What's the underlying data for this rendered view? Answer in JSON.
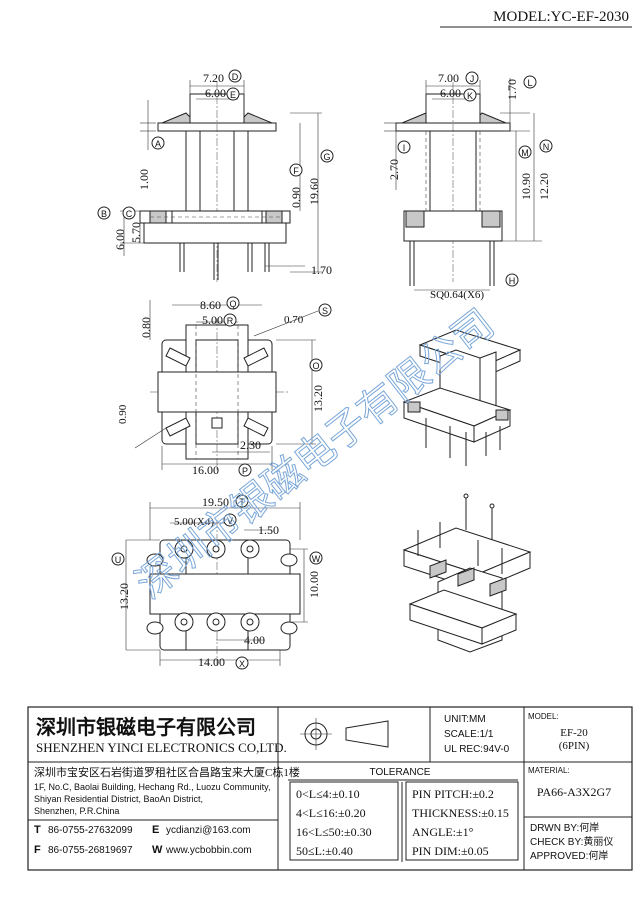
{
  "model": "MODEL:YC-EF-2030",
  "dims_top_left": {
    "d": "7.20",
    "e": "6.00",
    "a": "1.00",
    "f": "0.90",
    "g": "19.60",
    "b": "6.00",
    "c": "5.70",
    "h": "1.70"
  },
  "dims_top_right": {
    "j": "7.00",
    "k": "6.00",
    "l": "1.70",
    "i": "2.70",
    "m": "10.90",
    "n": "12.20",
    "sq": "SQ0.64(X6)"
  },
  "dims_mid": {
    "q": "8.60",
    "r": "5.00",
    "s": "0.70",
    "top": "0.80",
    "o": "13.20",
    "left": "0.90",
    "p1": "2.30",
    "p": "16.00"
  },
  "dims_bot": {
    "t": "19.50",
    "v": "5.00(X4)",
    "pitch": "1.50",
    "u": "13.20",
    "w": "10.00",
    "x": "14.00",
    "y": "4.00"
  },
  "labels": [
    "A",
    "B",
    "C",
    "D",
    "E",
    "F",
    "G",
    "H",
    "I",
    "J",
    "K",
    "L",
    "M",
    "N",
    "O",
    "P",
    "Q",
    "R",
    "S",
    "T",
    "U",
    "V",
    "W",
    "X"
  ],
  "watermark": "深圳市银磁电子有限公司",
  "company": {
    "name_cn": "深圳市银磁电子有限公司",
    "name_en": "SHENZHEN YINCI ELECTRONICS CO,LTD.",
    "address_cn": "深圳市宝安区石岩街道罗租社区合昌路宝来大厦C栋1楼",
    "address_en": [
      "1F, No.C, Baolai Building, Hechang Rd., Luozu Community,",
      "Shiyan Residential District, BaoAn District,",
      "Shenzhen, P.R.China"
    ],
    "tel_label": "T",
    "tel": "86-0755-27632099",
    "email_label": "E",
    "email": "ycdianzi@163.com",
    "fax_label": "F",
    "fax": "86-0755-26819697",
    "web_label": "W",
    "web": "www.ycbobbin.com"
  },
  "spec": {
    "unit": "UNIT:MM",
    "scale": "SCALE:1/1",
    "ul": "UL REC:94V-0",
    "model_label": "MODEL:",
    "model": "EF-20",
    "pins": "(6PIN)",
    "material_label": "MATERIAL:",
    "material": "PA66-A3X2G7"
  },
  "tolerance": {
    "title": "TOLERANCE",
    "left": [
      "0<L≤4:±0.10",
      "4<L≤16:±0.20",
      "16<L≤50:±0.30",
      "50≤L:±0.40"
    ],
    "right": [
      "PIN PITCH:±0.2",
      "THICKNESS:±0.15",
      "ANGLE:±1°",
      "PIN DIM:±0.05"
    ]
  },
  "approval": {
    "drawn": "DRWN BY:何岸",
    "check": "CHECK BY:黄丽仪",
    "approved": "APPROVED:何岸"
  }
}
